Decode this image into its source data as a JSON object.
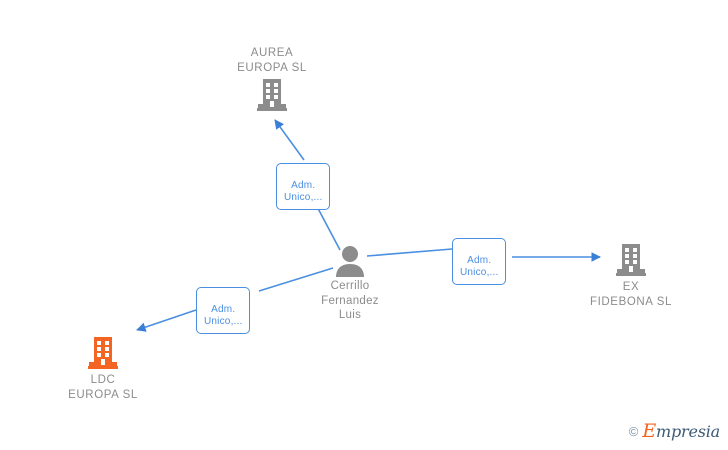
{
  "graph": {
    "background_color": "#ffffff",
    "edge_color": "#4a8fe0",
    "node_label_color": "#8c8c8c",
    "highlight_color": "#f26522",
    "company_icon_color": "#8c8c8c"
  },
  "nodes": [
    {
      "id": "aurea",
      "icon": "company-building-icon",
      "label": "AUREA\nEUROPA  SL",
      "label_position": "above",
      "color": "#8c8c8c",
      "highlighted": false
    },
    {
      "id": "person",
      "icon": "person-icon",
      "label": "Cerrillo\nFernandez\nLuis",
      "label_position": "below",
      "color": "#8c8c8c",
      "highlighted": false
    },
    {
      "id": "ex-fidebona",
      "icon": "company-building-icon",
      "label": "EX\nFIDEBONA  SL",
      "label_position": "below",
      "color": "#8c8c8c",
      "highlighted": false
    },
    {
      "id": "ldc",
      "icon": "company-building-icon",
      "label": "LDC\nEUROPA  SL",
      "label_position": "below",
      "color": "#f26522",
      "highlighted": true
    }
  ],
  "edges": [
    {
      "id": "edge-person-aurea",
      "from": "person",
      "to": "aurea",
      "label": "Adm.\nUnico,...",
      "direction": "to"
    },
    {
      "id": "edge-person-exfidebona",
      "from": "person",
      "to": "ex-fidebona",
      "label": "Adm.\nUnico,...",
      "direction": "to"
    },
    {
      "id": "edge-person-ldc",
      "from": "person",
      "to": "ldc",
      "label": "Adm.\nUnico,...",
      "direction": "to"
    }
  ],
  "watermark": {
    "copyright": "©",
    "brand_initial": "E",
    "brand_rest": "mpresia"
  }
}
